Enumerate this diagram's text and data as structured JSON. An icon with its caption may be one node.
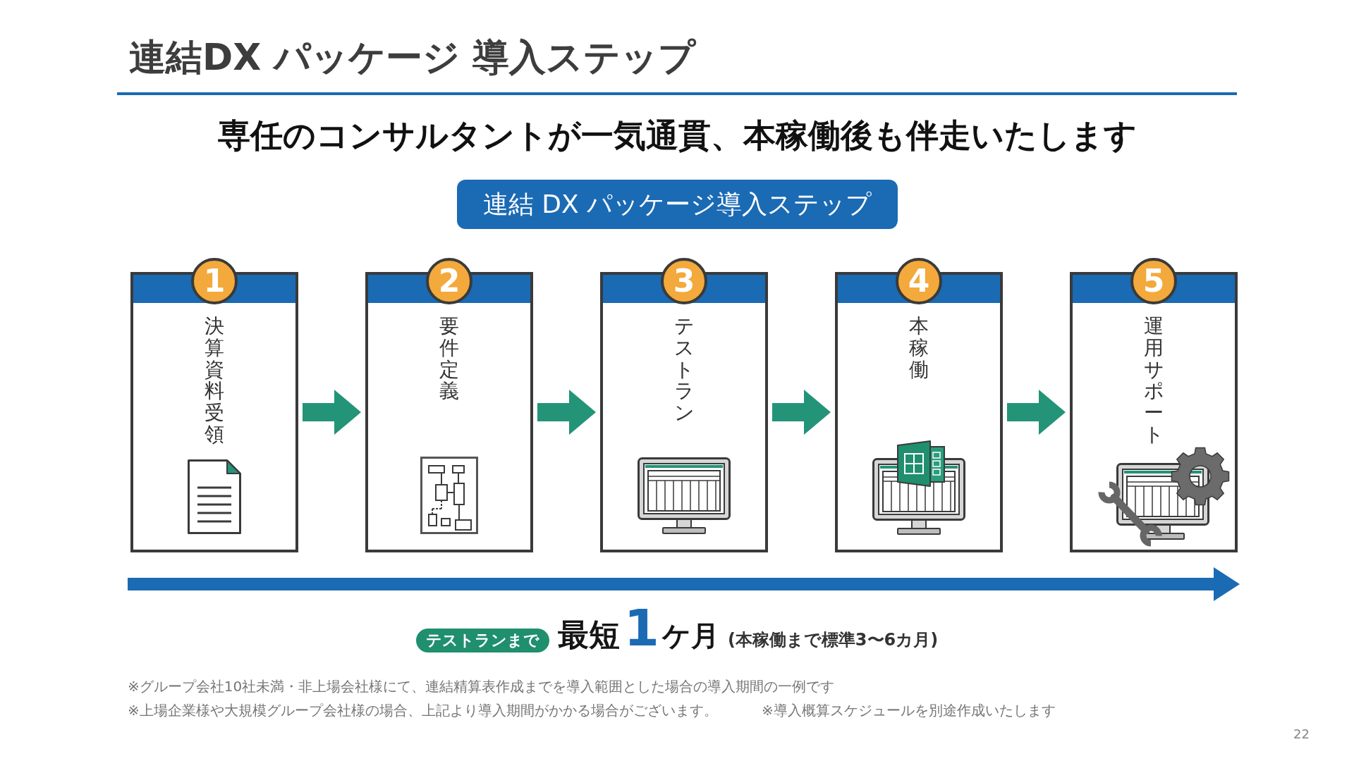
{
  "diagram": {
    "title": "連結DX パッケージ 導入ステップ",
    "nodes": [
      {
        "text": [
          "連結 DX パッケージ導入ステップ"
        ]
      },
      {
        "text": [
          "1",
          "決算資料受領"
        ]
      },
      {
        "text": [
          "2",
          "要件定義"
        ]
      },
      {
        "text": [
          "3",
          "テストラン"
        ]
      },
      {
        "text": [
          "4",
          "本稼働"
        ]
      },
      {
        "text": [
          "5",
          "運用サポート"
        ]
      },
      {
        "text": [
          "テストランまで"
        ]
      }
    ],
    "edges": [
      {
        "from": 1,
        "to": 2,
        "arrow": "to"
      },
      {
        "from": 2,
        "to": 3,
        "arrow": "to"
      },
      {
        "from": 3,
        "to": 4,
        "arrow": "to"
      },
      {
        "from": 4,
        "to": 5,
        "arrow": "to"
      }
    ],
    "labels": [
      "専任のコンサルタントが一気通貫、本稼働後も伴走いたします",
      "最短",
      "1",
      "ケ月",
      "(本稼働まで標準3〜6カ月)",
      "※グループ会社10社未満・非上場会社様にて、連結精算表作成までを導入範囲とした場合の導入期間の一例です",
      "※上場企業様や大規模グループ会社様の場合、上記より導入期間がかかる場合がございます。",
      "※導入概算スケジュールを別途作成いたします",
      "22"
    ]
  }
}
